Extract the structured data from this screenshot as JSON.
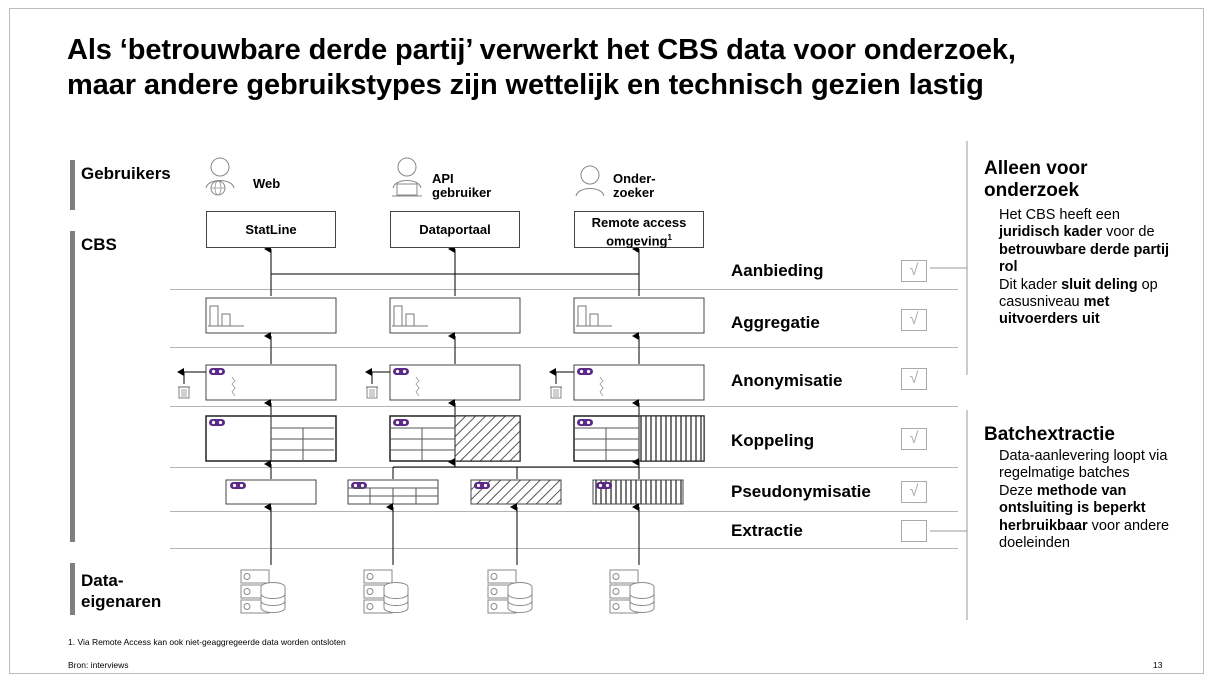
{
  "title": {
    "line1": "Als ‘betrouwbare derde partij’ verwerkt het CBS data voor onderzoek,",
    "line2": "maar andere gebruikstypes zijn wettelijk en technisch gezien lastig"
  },
  "sections": {
    "users": "Gebruikers",
    "cbs": "CBS",
    "owners_line1": "Data-",
    "owners_line2": "eigenaren"
  },
  "personas": [
    {
      "label_line1": "Web",
      "label_line2": "",
      "icon": "user-globe-icon"
    },
    {
      "label_line1": "API",
      "label_line2": "gebruiker",
      "icon": "user-laptop-icon"
    },
    {
      "label_line1": "Onder-",
      "label_line2": "zoeker",
      "icon": "user-icon"
    }
  ],
  "channels": [
    {
      "label_line1": "StatLine",
      "label_line2": ""
    },
    {
      "label_line1": "Dataportaal",
      "label_line2": ""
    },
    {
      "label_line1": "Remote access",
      "label_line2": "omgeving",
      "footnote_mark": "1"
    }
  ],
  "layers": [
    {
      "name": "Aanbieding",
      "checked": true
    },
    {
      "name": "Aggregatie",
      "checked": true
    },
    {
      "name": "Anonymisatie",
      "checked": true
    },
    {
      "name": "Koppeling",
      "checked": true
    },
    {
      "name": "Pseudonymisatie",
      "checked": true
    },
    {
      "name": "Extractie",
      "checked": false
    }
  ],
  "check_glyph": "√",
  "right_panel": {
    "block1": {
      "heading_line1": "Alleen voor",
      "heading_line2": "onderzoek",
      "p1": {
        "t1": "Het CBS heeft een ",
        "b1": "juridisch kader",
        "t2": " voor de ",
        "b2": "betrouwbare derde partij rol"
      },
      "p2": {
        "t1": "Dit kader ",
        "b1": "sluit deling",
        "t2": " op casusniveau ",
        "b2": "met uitvoerders uit"
      }
    },
    "block2": {
      "heading": "Batchextractie",
      "p1": {
        "t1": "Data-aanlevering loopt via regelmatige batches"
      },
      "p2": {
        "t1": "Deze ",
        "b1": "methode van ontsluiting is beperkt herbruikbaar",
        "t2": " voor andere doeleinden"
      }
    }
  },
  "footnote": "1. Via Remote Access kan ook niet-geaggregeerde data worden ontsloten",
  "source": "Bron: interviews",
  "page_number": "13",
  "colors": {
    "mask_purple": "#5b2a86",
    "gray_bar": "#7f7f7f",
    "divider": "#b3b3b3"
  }
}
